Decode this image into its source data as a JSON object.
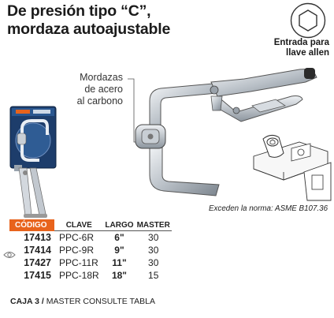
{
  "header": {
    "title_line1": "De presión tipo “C”,",
    "title_line2": "mordaza autoajustable"
  },
  "allen": {
    "line1": "Entrada para",
    "line2": "llave allen",
    "icon": "hexagon-socket-icon"
  },
  "jaw": {
    "line1": "Mordazas",
    "line2": "de acero",
    "line3": "al carbono"
  },
  "norm": "Exceden la norma: ASME B107.36",
  "table": {
    "headers": [
      "CÓDIGO",
      "CLAVE",
      "LARGO",
      "MASTER"
    ],
    "rows": [
      [
        "17413",
        "PPC-6R",
        "6\"",
        "30"
      ],
      [
        "17414",
        "PPC-9R",
        "9\"",
        "30"
      ],
      [
        "17427",
        "PPC-11R",
        "11\"",
        "30"
      ],
      [
        "17415",
        "PPC-18R",
        "18\"",
        "15"
      ]
    ],
    "header_accent": "#e8631c"
  },
  "footer": {
    "bold": "CAJA 3 /",
    "rest": " MASTER CONSULTE TABLA"
  }
}
